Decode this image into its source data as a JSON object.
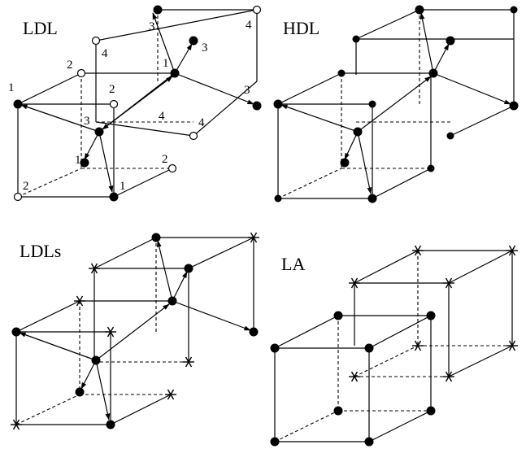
{
  "panels": [
    {
      "id": "ldl",
      "title": "LDL",
      "site_labels": [
        "1",
        "2",
        "2",
        "3",
        "4",
        "3",
        "1",
        "3",
        "4",
        "3",
        "4",
        "4",
        "1",
        "2",
        "1",
        "2"
      ]
    },
    {
      "id": "hdl",
      "title": "HDL",
      "site_labels": []
    },
    {
      "id": "ldls",
      "title": "LDLs",
      "site_labels": []
    },
    {
      "id": "la",
      "title": "LA",
      "site_labels": []
    }
  ]
}
